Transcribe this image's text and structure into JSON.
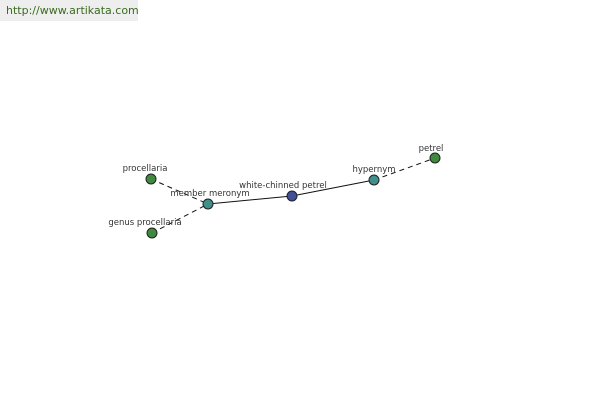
{
  "header": {
    "url": "http://www.artikata.com"
  },
  "colors": {
    "leaf": "#3f8a3f",
    "relation": "#3f8f8a",
    "center": "#3f4f9a"
  },
  "graph": {
    "nodes": [
      {
        "id": "procellaria",
        "label": "procellaria",
        "kind": "leaf"
      },
      {
        "id": "genus-procellaria",
        "label": "genus procellaria",
        "kind": "leaf"
      },
      {
        "id": "member-meronym",
        "label": "member meronym",
        "kind": "relation"
      },
      {
        "id": "white-chinned-petrel",
        "label": "white-chinned petrel",
        "kind": "center"
      },
      {
        "id": "hypernym",
        "label": "hypernym",
        "kind": "relation"
      },
      {
        "id": "petrel",
        "label": "petrel",
        "kind": "leaf"
      }
    ],
    "edges": [
      {
        "from": "procellaria",
        "to": "member-meronym",
        "style": "dashed"
      },
      {
        "from": "genus-procellaria",
        "to": "member-meronym",
        "style": "dashed"
      },
      {
        "from": "member-meronym",
        "to": "white-chinned-petrel",
        "style": "solid"
      },
      {
        "from": "white-chinned-petrel",
        "to": "hypernym",
        "style": "solid"
      },
      {
        "from": "hypernym",
        "to": "petrel",
        "style": "dashed"
      }
    ]
  }
}
